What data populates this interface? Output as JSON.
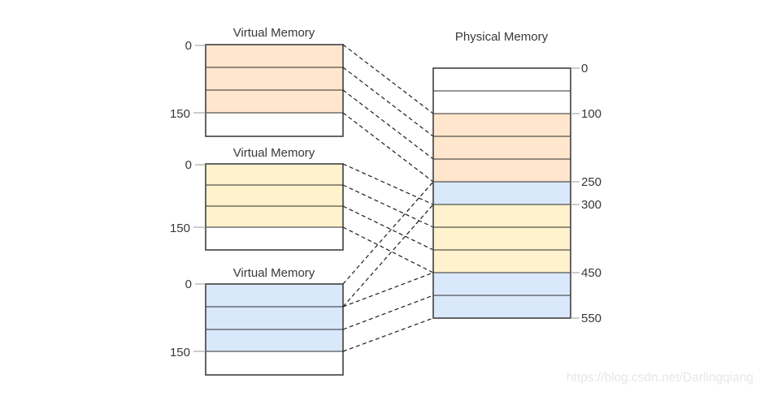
{
  "diagram": {
    "type": "virtual-to-physical-memory-mapping",
    "virtual_memories": [
      {
        "title": "Virtual Memory",
        "start_label": "0",
        "end_label": "150",
        "page_size": 50,
        "num_mapped_pages": 3,
        "mapped_physical_ranges": [
          "100-150",
          "150-200",
          "200-250"
        ]
      },
      {
        "title": "Virtual Memory",
        "start_label": "0",
        "end_label": "150",
        "page_size": 50,
        "num_mapped_pages": 3,
        "mapped_physical_ranges": [
          "300-350",
          "350-400",
          "400-450"
        ]
      },
      {
        "title": "Virtual Memory",
        "start_label": "0",
        "end_label": "150",
        "page_size": 50,
        "num_mapped_pages": 3,
        "mapped_physical_ranges": [
          "250-300",
          "450-500",
          "500-550"
        ]
      }
    ],
    "physical_memory": {
      "title": "Physical Memory",
      "address_labels": [
        "0",
        "100",
        "250",
        "300",
        "450",
        "550"
      ],
      "segments": [
        {
          "range": "0-100",
          "owner": "free",
          "color": "#ffffff"
        },
        {
          "range": "100-250",
          "owner": "virtual-memory-1",
          "color": "#ffe6cc"
        },
        {
          "range": "250-300",
          "owner": "virtual-memory-3",
          "color": "#dae8fc"
        },
        {
          "range": "300-450",
          "owner": "virtual-memory-2",
          "color": "#fff2cc"
        },
        {
          "range": "450-550",
          "owner": "virtual-memory-3",
          "color": "#dae8fc"
        }
      ]
    }
  },
  "colors": {
    "vm1_fill": "#ffe6cc",
    "vm2_fill": "#fff2cc",
    "vm3_fill": "#dae8fc",
    "unmapped_fill": "#ffffff",
    "watermark": "#e7e7e7"
  },
  "watermark": {
    "text": "https://blog.csdn.net/Darlingqiang"
  }
}
